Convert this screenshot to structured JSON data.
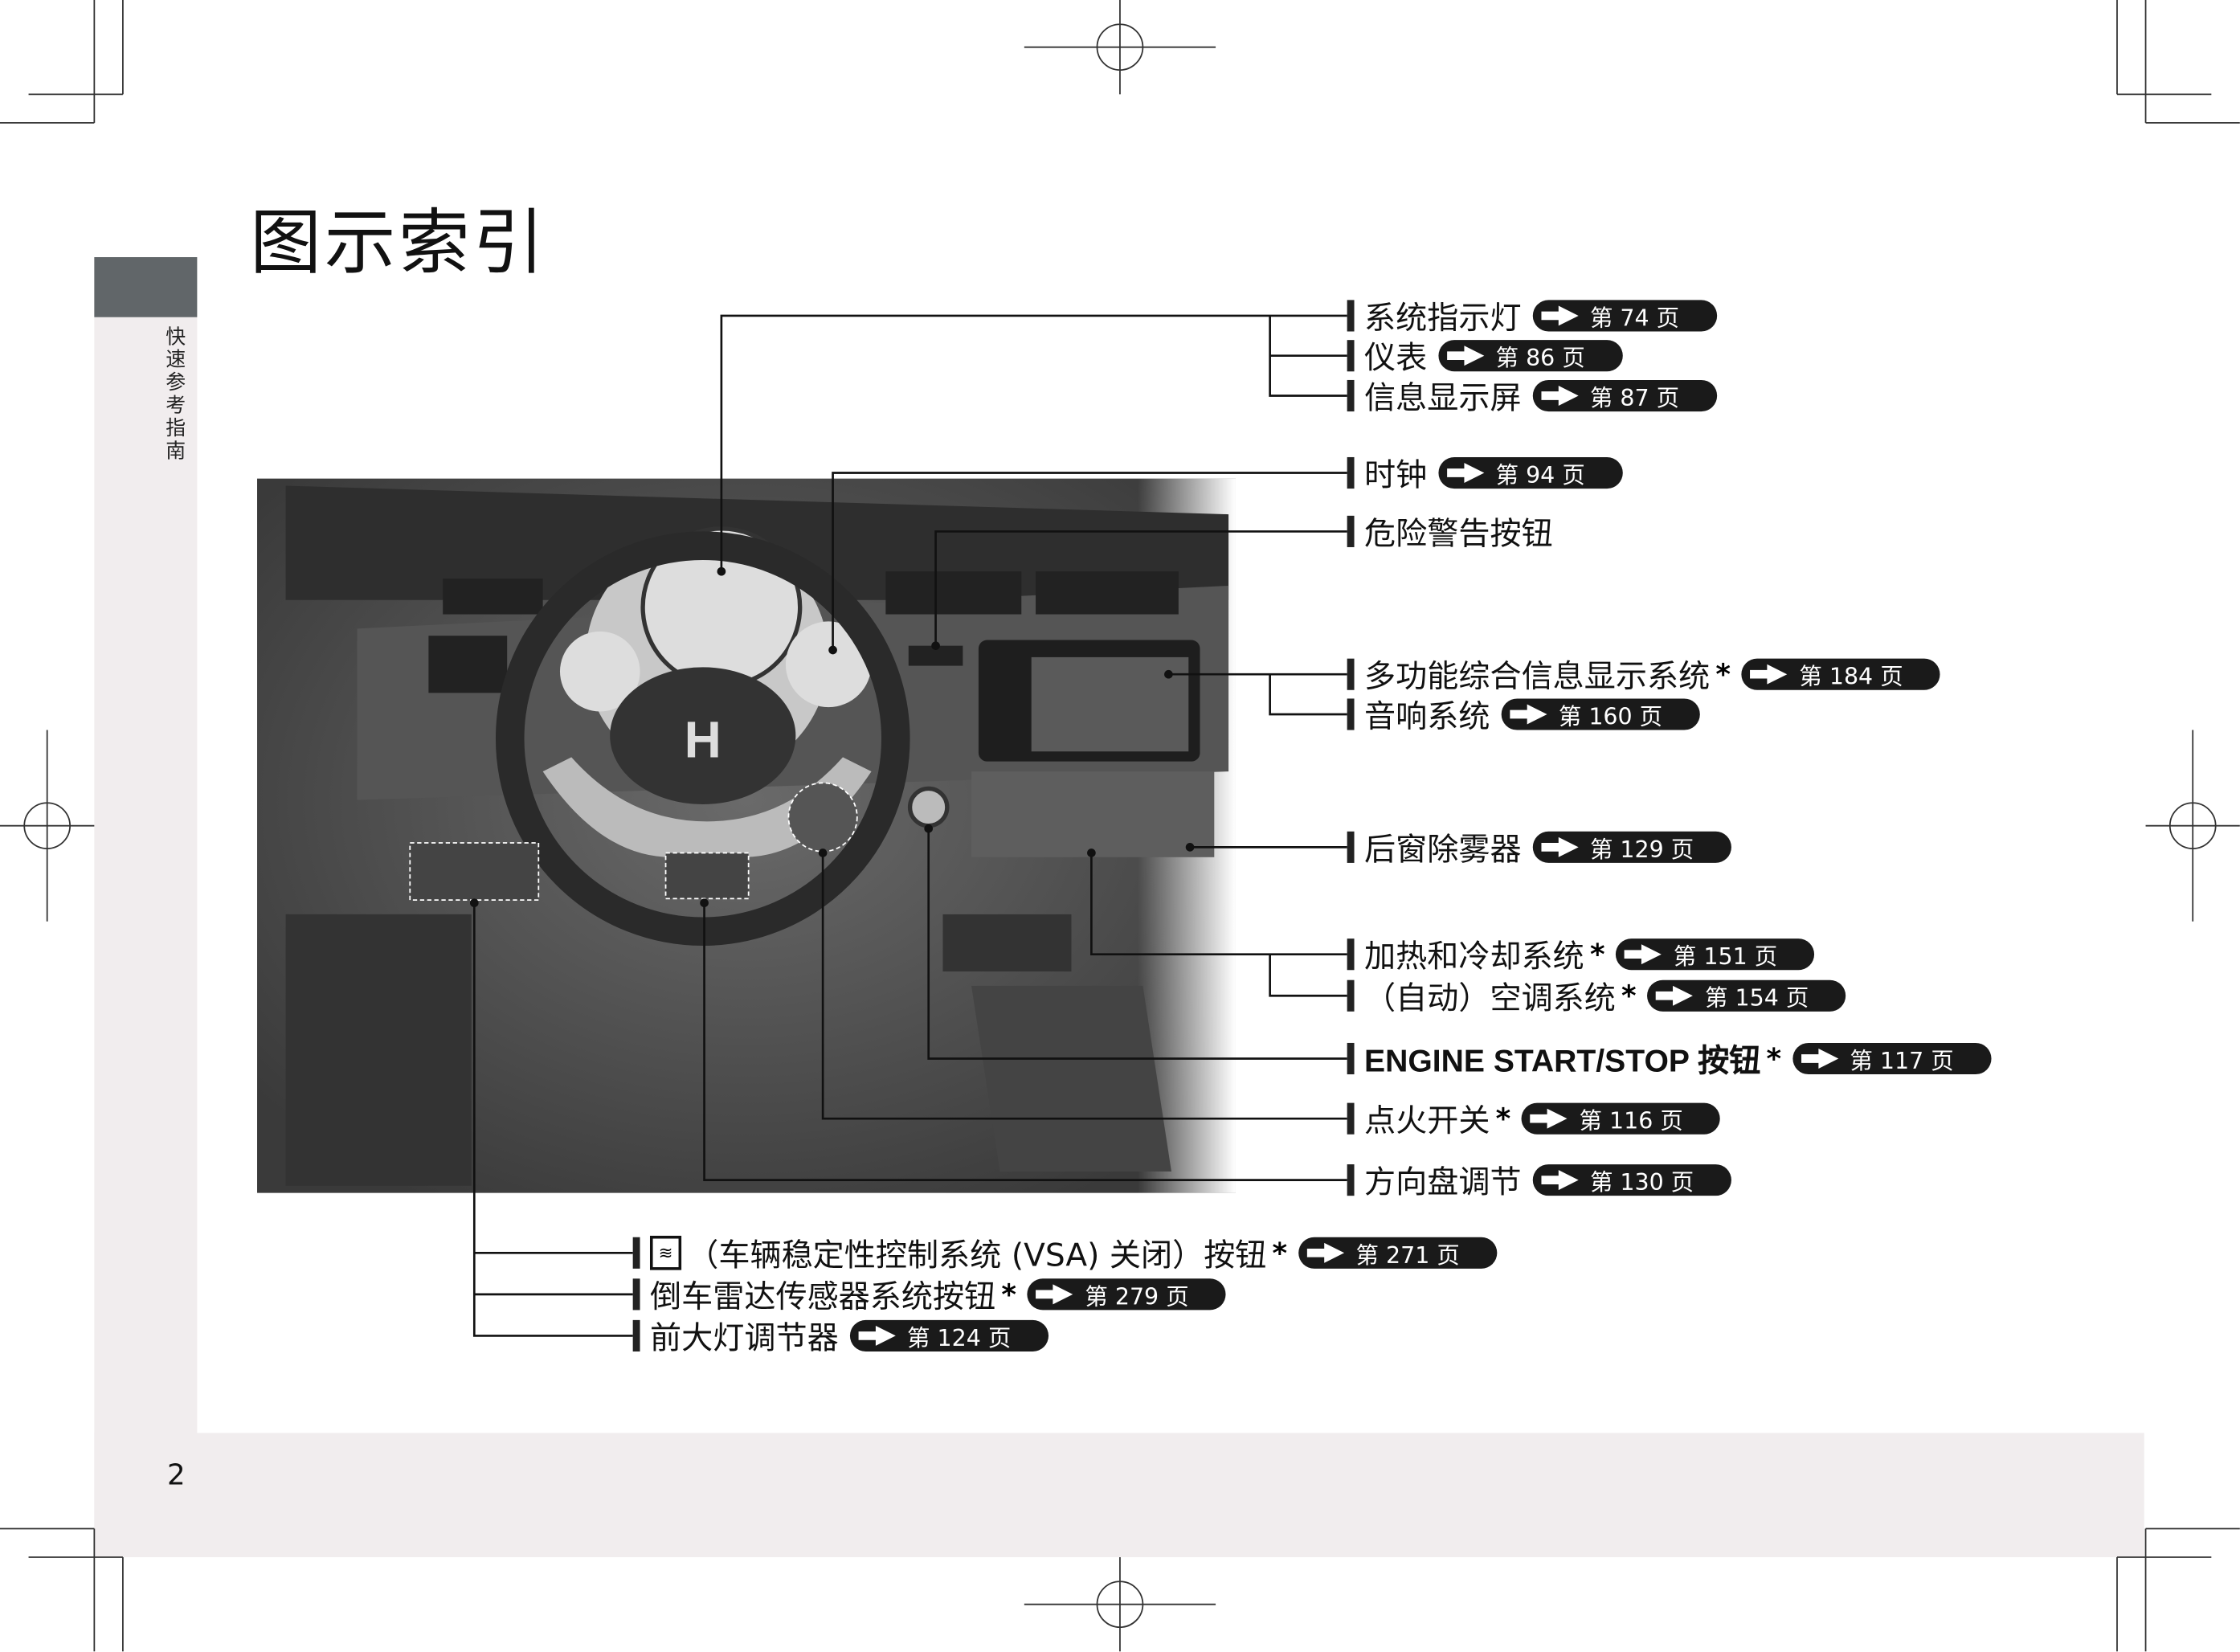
{
  "header": {
    "title": "图示索引",
    "section_tab": "快速参考指南",
    "page_number": "2"
  },
  "callouts": [
    {
      "label": "系统指示灯",
      "ref": "第 74 页"
    },
    {
      "label": "仪表",
      "ref": "第 86 页"
    },
    {
      "label": "信息显示屏",
      "ref": "第 87 页"
    },
    {
      "label": "时钟",
      "ref": "第 94 页"
    },
    {
      "label": "危险警告按钮"
    },
    {
      "label": "多功能综合信息显示系统",
      "star": "*",
      "ref": "第 184 页"
    },
    {
      "label": "音响系统",
      "ref": "第 160 页"
    },
    {
      "label": "后窗除雾器",
      "ref": "第 129 页"
    },
    {
      "label": "加热和冷却系统",
      "star": "*",
      "ref": "第 151 页"
    },
    {
      "label": "（自动）空调系统",
      "star": "*",
      "ref": "第 154 页"
    },
    {
      "label": "ENGINE START/STOP 按钮",
      "star": "*",
      "ref": "第 117 页"
    },
    {
      "label": "点火开关",
      "star": "*",
      "ref": "第 116 页"
    },
    {
      "label": "方向盘调节",
      "ref": "第 130 页"
    },
    {
      "label": "（车辆稳定性控制系统 (VSA) 关闭）按钮",
      "star": "*",
      "ref": "第 271 页",
      "icon": "vsa-off-icon"
    },
    {
      "label": "倒车雷达传感器系统按钮",
      "star": "*",
      "ref": "第 279 页"
    },
    {
      "label": "前大灯调节器",
      "ref": "第 124 页"
    }
  ],
  "colors": {
    "tab": "#616669",
    "band": "#f1edee",
    "badge": "#1a1a1a"
  }
}
